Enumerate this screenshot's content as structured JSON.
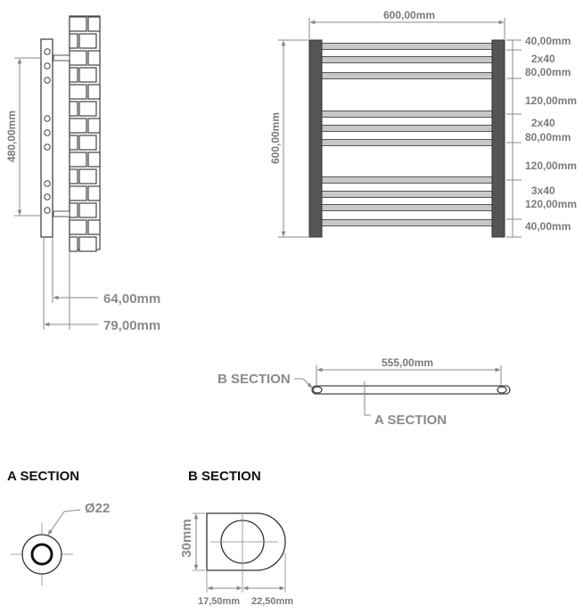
{
  "side_view": {
    "height_dim": "480,00mm",
    "depth_inner": "64,00mm",
    "depth_outer": "79,00mm"
  },
  "front_view": {
    "width_dim": "600,00mm",
    "height_dim": "600,00mm",
    "right_dims": [
      "40,00mm",
      "2x40",
      "80,00mm",
      "120,00mm",
      "2x40",
      "80,00mm",
      "120,00mm",
      "3x40",
      "120,00mm",
      "40,00mm"
    ]
  },
  "top_view": {
    "length_dim": "555,00mm",
    "b_label": "B SECTION",
    "a_label": "A SECTION"
  },
  "section_a": {
    "title": "A SECTION",
    "diameter": "Ø22"
  },
  "section_b": {
    "title": "B SECTION",
    "height": "30mm",
    "bottom_left": "17,50mm",
    "bottom_right": "22,50mm"
  },
  "colors": {
    "line": "#555555",
    "dim": "#888888",
    "rail_fill": "#c8c8c8",
    "post_fill": "#555555",
    "brick_stroke": "#444444"
  }
}
